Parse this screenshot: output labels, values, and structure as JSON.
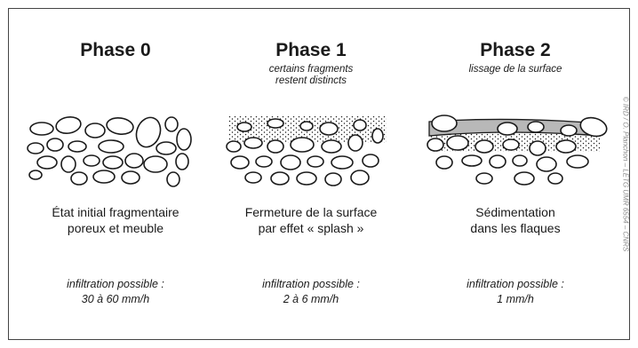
{
  "phases": [
    {
      "title": "Phase 0",
      "subtitle": "",
      "description": "État initial fragmentaire\nporeux et meuble",
      "infiltration": "infiltration possible :\n30 à 60 mm/h"
    },
    {
      "title": "Phase 1",
      "subtitle": "certains fragments\nrestent distincts",
      "description": "Fermeture de la surface\npar effet « splash »",
      "infiltration": "infiltration possible :\n2 à 6 mm/h"
    },
    {
      "title": "Phase 2",
      "subtitle": "lissage de la surface",
      "description": "Sédimentation\ndans les flaques",
      "infiltration": "infiltration possible :\n1 mm/h"
    }
  ],
  "credit": "© IRD / O. Planchon – LETG UMR 6554 – CNRS"
}
